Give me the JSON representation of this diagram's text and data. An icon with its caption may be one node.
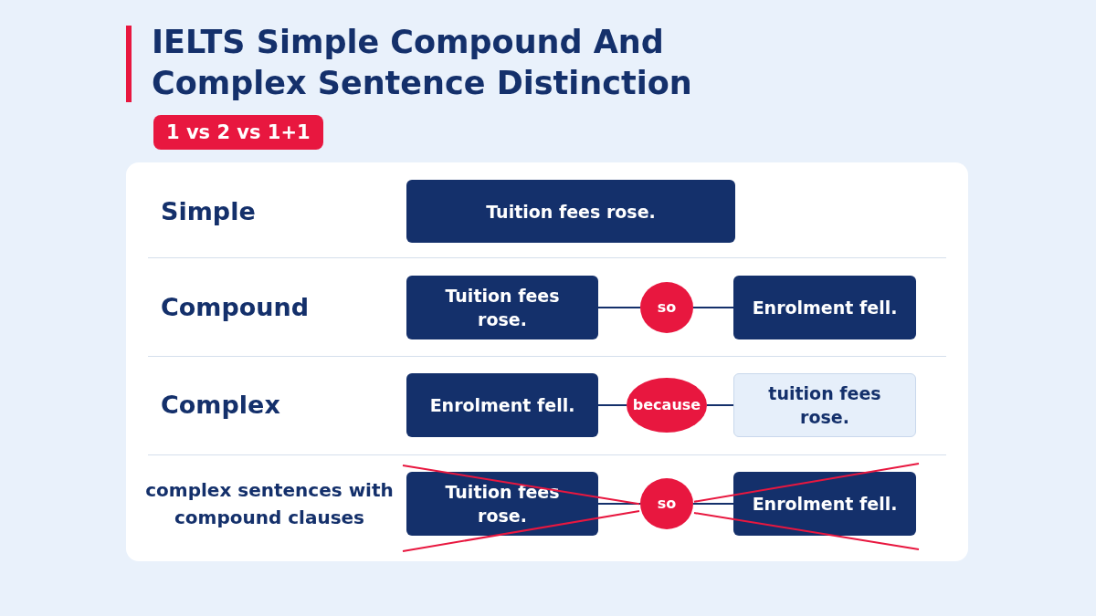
{
  "diagram": {
    "title": "IELTS Simple Compound And Complex Sentence Distinction",
    "nodes": [
      {
        "text": [
          "Tuition fees rose."
        ]
      },
      {
        "text": [
          "Tuition fees rose."
        ]
      },
      {
        "text": [
          "so"
        ]
      },
      {
        "text": [
          "Enrolment fell."
        ]
      },
      {
        "text": [
          "Enrolment fell."
        ]
      },
      {
        "text": [
          "because"
        ]
      },
      {
        "text": [
          "tuition fees rose."
        ]
      },
      {
        "text": [
          "Tuition fees rose."
        ]
      },
      {
        "text": [
          "so"
        ]
      },
      {
        "text": [
          "Enrolment fell."
        ]
      }
    ],
    "edges": [
      {
        "from": 1,
        "to": 2,
        "arrow": "none"
      },
      {
        "from": 2,
        "to": 3,
        "arrow": "none"
      },
      {
        "from": 4,
        "to": 5,
        "arrow": "none"
      },
      {
        "from": 5,
        "to": 6,
        "arrow": "none"
      },
      {
        "from": 7,
        "to": 8,
        "arrow": "none"
      },
      {
        "from": 8,
        "to": 9,
        "arrow": "none"
      }
    ],
    "labels": [
      "1 vs 2 vs 1+1",
      "Simple",
      "Compound",
      "Complex",
      "complex sentences with compound clauses"
    ]
  }
}
